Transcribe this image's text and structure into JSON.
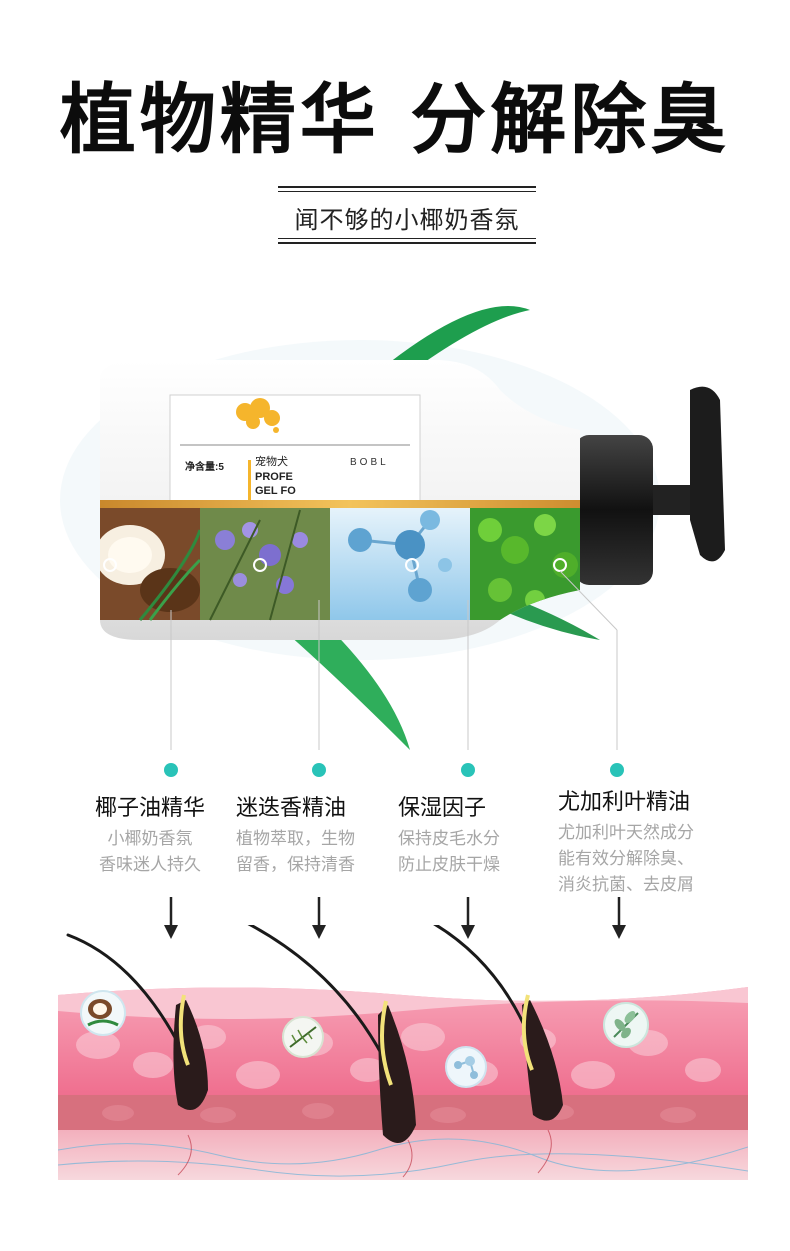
{
  "title": "植物精华 分解除臭",
  "subtitle": "闻不够的小椰奶香氛",
  "product": {
    "brand_latin": "BOBL",
    "label_lines": [
      "宠物犬",
      "PROFE",
      "GEL FO",
      "净含量:5"
    ]
  },
  "ingredients": [
    {
      "title": "椰子油精华",
      "desc": [
        "小椰奶香氛",
        "香味迷人持久"
      ],
      "icon": "coconut-icon"
    },
    {
      "title": "迷迭香精油",
      "desc": [
        "植物萃取，生物",
        "留香，保持清香"
      ],
      "icon": "rosemary-icon"
    },
    {
      "title": "保湿因子",
      "desc": [
        "保持皮毛水分",
        "防止皮肤干燥"
      ],
      "icon": "molecule-icon"
    },
    {
      "title": "尤加利叶精油",
      "desc": [
        "尤加利叶天然成分",
        "能有效分解除臭、",
        "消炎抗菌、去皮屑"
      ],
      "icon": "eucalyptus-icon"
    }
  ],
  "colors": {
    "dot": "#29c3b8",
    "skin_pink": "#f07a98",
    "skin_light": "#f8b8c8",
    "hair": "#1a1a1a",
    "leaf": "#1e9e4e"
  }
}
